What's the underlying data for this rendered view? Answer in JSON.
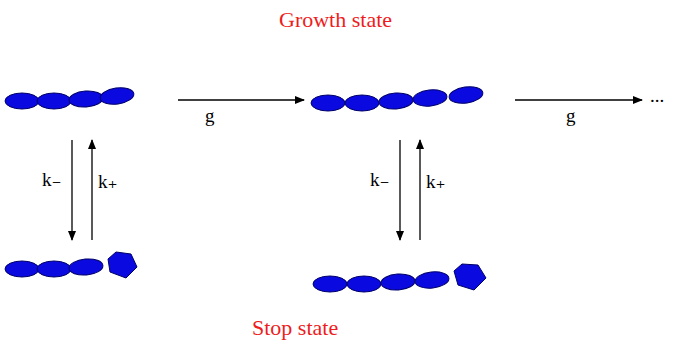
{
  "diagram": {
    "labels": [
      "Growth state",
      "g",
      "g",
      "...",
      "k₋",
      "k₊",
      "k₋",
      "k₊",
      "Stop state"
    ]
  }
}
